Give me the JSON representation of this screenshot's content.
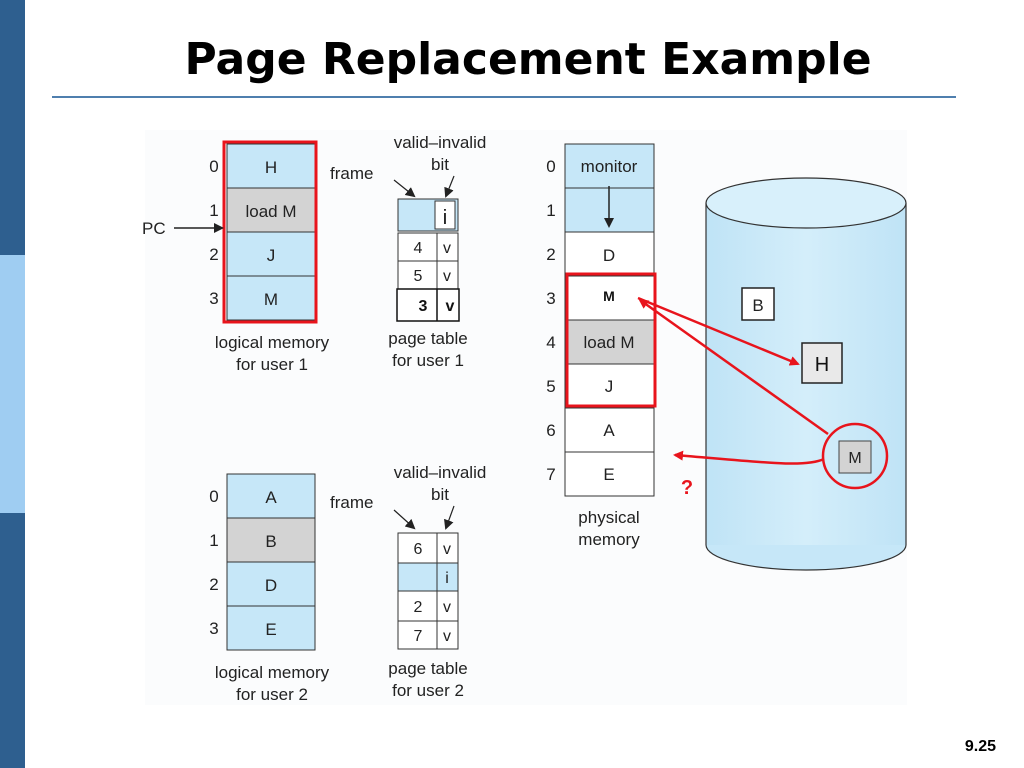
{
  "slide": {
    "title": "Page Replacement Example",
    "page_number": "9.25"
  },
  "user1": {
    "logical_memory": {
      "pages": [
        {
          "index": "0",
          "label": "H",
          "fill": "#c6e7f8"
        },
        {
          "index": "1",
          "label": "load M",
          "fill": "#d3d3d3"
        },
        {
          "index": "2",
          "label": "J",
          "fill": "#c6e7f8"
        },
        {
          "index": "3",
          "label": "M",
          "fill": "#c6e7f8"
        }
      ],
      "caption_line1": "logical memory",
      "caption_line2": "for user 1",
      "pc_label": "PC"
    },
    "page_table": {
      "frame_label": "frame",
      "bit_label_line1": "valid–invalid",
      "bit_label_line2": "bit",
      "rows": [
        {
          "frame": "",
          "bit": "i"
        },
        {
          "frame": "4",
          "bit": "v"
        },
        {
          "frame": "5",
          "bit": "v"
        },
        {
          "frame": "3",
          "bit": "v"
        }
      ],
      "caption_line1": "page table",
      "caption_line2": "for user 1"
    }
  },
  "user2": {
    "logical_memory": {
      "pages": [
        {
          "index": "0",
          "label": "A",
          "fill": "#c6e7f8"
        },
        {
          "index": "1",
          "label": "B",
          "fill": "#d3d3d3"
        },
        {
          "index": "2",
          "label": "D",
          "fill": "#c6e7f8"
        },
        {
          "index": "3",
          "label": "E",
          "fill": "#c6e7f8"
        }
      ],
      "caption_line1": "logical memory",
      "caption_line2": "for user 2"
    },
    "page_table": {
      "frame_label": "frame",
      "bit_label_line1": "valid–invalid",
      "bit_label_line2": "bit",
      "rows": [
        {
          "frame": "6",
          "bit": "v"
        },
        {
          "frame": "",
          "bit": "i"
        },
        {
          "frame": "2",
          "bit": "v"
        },
        {
          "frame": "7",
          "bit": "v"
        }
      ],
      "caption_line1": "page table",
      "caption_line2": "for user 2"
    }
  },
  "physical_memory": {
    "frames": [
      {
        "index": "0",
        "label": "monitor",
        "fill": "#c6e7f8"
      },
      {
        "index": "1",
        "label": "",
        "fill": "#c6e7f8"
      },
      {
        "index": "2",
        "label": "D",
        "fill": "#ffffff"
      },
      {
        "index": "3",
        "label": "M",
        "fill": "#ffffff"
      },
      {
        "index": "4",
        "label": "load M",
        "fill": "#d3d3d3"
      },
      {
        "index": "5",
        "label": "J",
        "fill": "#ffffff"
      },
      {
        "index": "6",
        "label": "A",
        "fill": "#ffffff"
      },
      {
        "index": "7",
        "label": "E",
        "fill": "#ffffff"
      }
    ],
    "caption_line1": "physical",
    "caption_line2": "memory",
    "question_mark": "?"
  },
  "disk": {
    "blocks": [
      {
        "label": "B"
      },
      {
        "label": "H"
      },
      {
        "label": "M"
      }
    ]
  },
  "colors": {
    "highlight_red": "#e8141c",
    "light_blue": "#c6e7f8",
    "gray": "#d3d3d3",
    "sidebar_dark": "#2e5f8f",
    "sidebar_light": "#9fcdf2"
  }
}
